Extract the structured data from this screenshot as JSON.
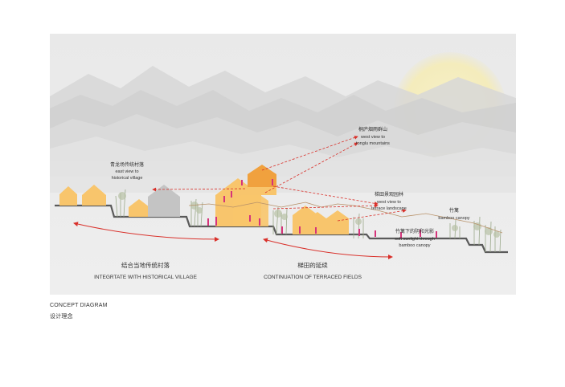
{
  "labels": {
    "east_cn": "青龙场传统村落",
    "east_en1": "east view to",
    "east_en2": "historical village",
    "west_mtn_cn": "桐庐烟雨群山",
    "west_mtn_en1": "west view to",
    "west_mtn_en2": "tonglu  mountains",
    "terrace_cn": "梯田景观园林",
    "terrace_en1": "west view to",
    "terrace_en2": "terrace landscape",
    "bamboo_cn": "竹篱",
    "bamboo_en": "bamboo canopy",
    "sunlight_cn": "竹篱下的阴和光影",
    "sunlight_en1": "soft sunlight through",
    "sunlight_en2": "bamboo canopy"
  },
  "themes": {
    "left_cn": "结合当地传统村落",
    "left_en": "INTEGRTATE WITH HISTORICAL VILLAGE",
    "right_cn": "梯田的延续",
    "right_en": "CONTINUATION OF TERRACED FIELDS"
  },
  "caption": {
    "en": "CONCEPT DIAGRAM",
    "cn": "设计理念"
  },
  "colors": {
    "panel": "#ebebeb",
    "sun": "#f6efc2",
    "house": "#f8c56c",
    "house_dark": "#f0a13e",
    "grey_house": "#c4c4c4",
    "ground": "#5a5a5a",
    "red": "#d9302a",
    "people": "#d6337a",
    "terrace_line": "#b8926a"
  }
}
